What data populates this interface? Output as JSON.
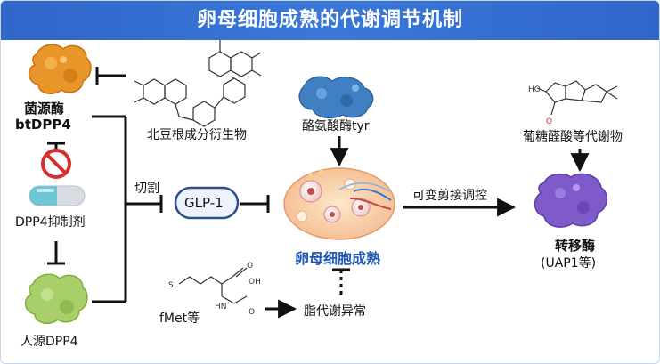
{
  "title": "卵母细胞成熟的代谢调节机制",
  "nodes": {
    "fungal_enzyme": "菌源酶",
    "bt_dpp4": "btDPP4",
    "dpp4_inhibitor": "DPP4抑制剂",
    "human_dpp4": "人源DPP4",
    "north_root": "北豆根成分衍生物",
    "tyrosinase": "酪氨酸酶tyr",
    "cleave": "切割",
    "glp1": "GLP-1",
    "oocyte": "卵母细胞成熟",
    "splice": "可变剪接调控",
    "glucose_metab": "葡糖醛酸等代谢物",
    "transferase": "转移酶",
    "uap1": "(UAP1等)",
    "fmet": "fMet等",
    "lipid": "脂代谢异常"
  },
  "colors": {
    "title_bar": "#2f66c9",
    "fungal_enzyme": "#e8962a",
    "human_dpp4": "#a8cf6a",
    "transferase": "#7e5bc8",
    "tyrosinase": "#3f7fc2",
    "inhibitor_pill_top": "#6fc6d4",
    "inhibitor_pill_bottom": "#d8dde3",
    "prohibit_sign": "#d62c2c",
    "oocyte_text": "#1f57b5"
  },
  "icons": [
    "fungal-enzyme-blob",
    "prohibit-sign-icon",
    "pill-icon",
    "human-enzyme-blob",
    "tyrosinase-protein-icon",
    "oocyte-ovary-icon",
    "transferase-blob"
  ]
}
